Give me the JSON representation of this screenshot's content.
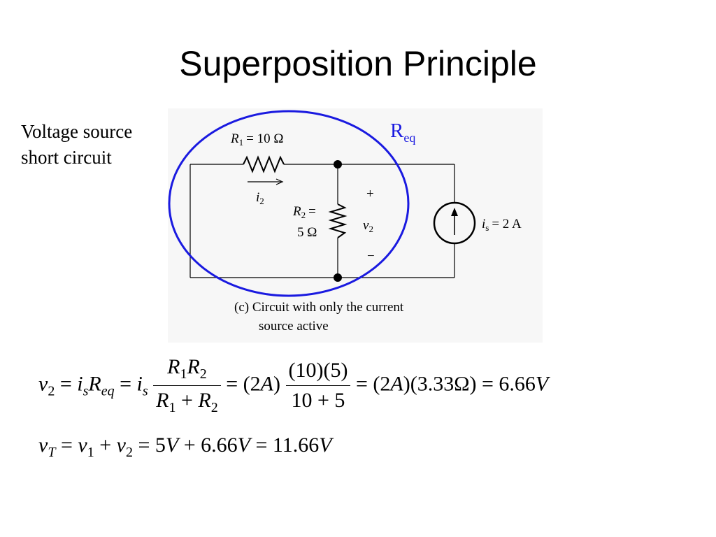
{
  "title": "Superposition Principle",
  "note": {
    "line1": "Voltage source",
    "line2": "short circuit"
  },
  "req": {
    "base": "R",
    "sub": "eq"
  },
  "circuit": {
    "r1_label": "R",
    "r1_sub": "1",
    "r1_value": "= 10 Ω",
    "i2_label": "i",
    "i2_sub": "2",
    "r2_label": "R",
    "r2_sub": "2",
    "r2_eq": "=",
    "r2_value": "5 Ω",
    "plus": "+",
    "minus": "−",
    "v2_label": "v",
    "v2_sub": "2",
    "is_label": "i",
    "is_sub": "s",
    "is_value": "= 2 A",
    "caption_line1": "(c) Circuit with only the current",
    "caption_line2": "source active"
  },
  "eq1": {
    "lhs_v": "v",
    "lhs_sub": "2",
    "eq_a": "=",
    "is_i": "i",
    "is_sub": "s",
    "req_R": "R",
    "req_sub": "eq",
    "eq_b": "=",
    "is2_i": "i",
    "is2_sub": "s",
    "num_r1": "R",
    "num_r1_sub": "1",
    "num_r2": "R",
    "num_r2_sub": "2",
    "den_r1": "R",
    "den_r1_sub": "1",
    "den_plus": "+",
    "den_r2": "R",
    "den_r2_sub": "2",
    "eq_c": "= (2",
    "a1": "A",
    "close1": ")",
    "frac2_num": "(10)(5)",
    "frac2_den": "10 + 5",
    "eq_d": "= (2",
    "a2": "A",
    "mid": ")(3.33Ω) = 6.66",
    "v_unit": "V"
  },
  "eq2": {
    "v": "v",
    "sub_T": "T",
    "eq_a": "=",
    "v1": "v",
    "sub1": "1",
    "plus": "+",
    "v2": "v",
    "sub2": "2",
    "eq_b": "= 5",
    "V1": "V",
    "plus2": "+ 6.66",
    "V2": "V",
    "eq_c": "= 11.66",
    "V3": "V"
  }
}
